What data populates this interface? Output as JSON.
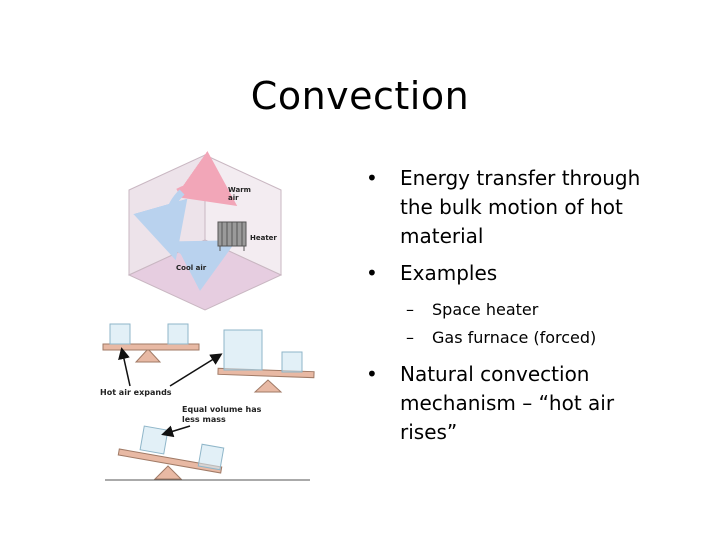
{
  "slide": {
    "title": "Convection",
    "bullets": [
      {
        "text": "Energy transfer through the bulk motion of hot material",
        "lines": [
          "Energy transfer through",
          "the bulk motion of hot",
          "material"
        ]
      },
      {
        "text": "Examples",
        "lines": [
          "Examples"
        ],
        "sub": [
          "Space heater",
          "Gas furnace (forced)"
        ]
      },
      {
        "text": "Natural convection mechanism – “hot air rises”",
        "lines": [
          "Natural convection",
          "mechanism – “hot air",
          "rises”"
        ]
      }
    ],
    "bullet_glyph": "•",
    "sub_glyph": "–"
  },
  "figure": {
    "room_labels": {
      "warm": [
        "Warm",
        "air"
      ],
      "heater": "Heater",
      "cool": "Cool air"
    },
    "seesaw_labels": {
      "expand": "Hot air expands",
      "mass": [
        "Equal volume has",
        "less mass"
      ]
    },
    "colors": {
      "room": "#ede3ea",
      "floor": "#e6cde0",
      "warm_arrow": "#f2a6b8",
      "cool_arrow": "#b9d2ee",
      "beam": "#e8b9a4",
      "cube": "#cfe6f2",
      "arrow": "#111111"
    }
  }
}
